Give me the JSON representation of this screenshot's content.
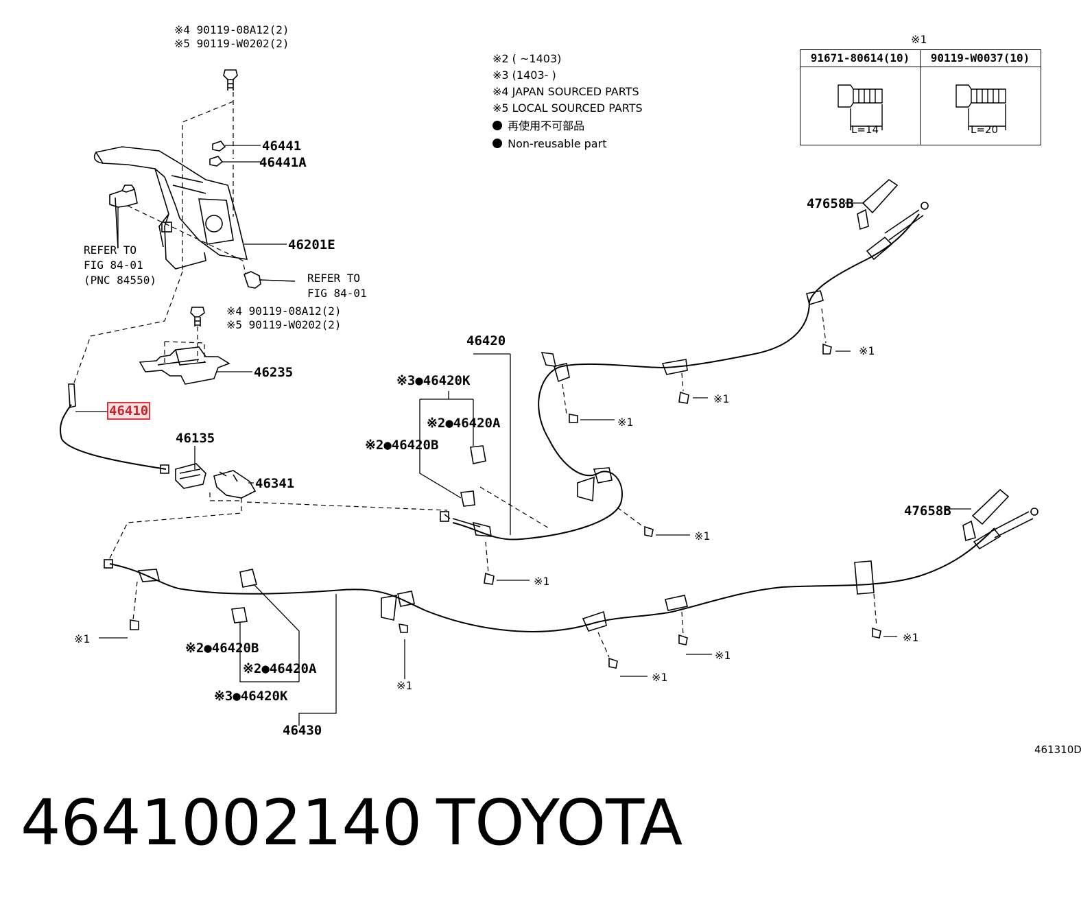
{
  "bulletin": {
    "symbol": "●"
  },
  "labels": {
    "top_bolt_jp": "※4 90119-08A12(2)",
    "top_bolt_local": "※5 90119-W0202(2)",
    "p46441": "46441",
    "p46441a": "46441A",
    "p46201e": "46201E",
    "refer_left_1": "REFER TO",
    "refer_left_2": "FIG 84-01",
    "refer_left_3": "(PNC 84550)",
    "refer_right_1": "REFER TO",
    "refer_right_2": "FIG 84-01",
    "mid_bolt_jp": "※4 90119-08A12(2)",
    "mid_bolt_local": "※5 90119-W0202(2)",
    "p46235": "46235",
    "p46410": "46410",
    "p46135": "46135",
    "p46341": "46341",
    "p46420": "46420",
    "p46420k_top": "※3●46420K",
    "p46420a_top": "※2●46420A",
    "p46420b_top": "※2●46420B",
    "p47658b_top": "47658B",
    "p47658b_bot": "47658B",
    "p46420b_bot": "※2●46420B",
    "p46420a_bot": "※2●46420A",
    "p46420k_bot": "※3●46420K",
    "p46430": "46430",
    "ref1": "※1"
  },
  "notes": {
    "n2": "※2 (      ~1403)",
    "n3": "※3 (1403-      )",
    "n4": "※4 JAPAN SOURCED PARTS",
    "n5": "※5 LOCAL SOURCED PARTS",
    "n6": "再使用不可部品",
    "n7": "Non-reusable part"
  },
  "table": {
    "title": "※1",
    "col1": "91671-80614(10)",
    "col2": "90119-W0037(10)",
    "len1": "L=14",
    "len2": "L=20"
  },
  "figure_code": "461310D",
  "part_number": "4641002140",
  "brand": "TOYOTA"
}
